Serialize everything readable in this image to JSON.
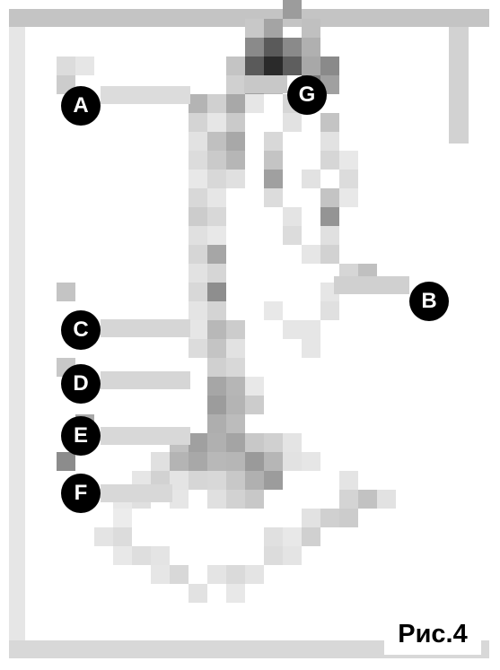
{
  "figure": {
    "caption": "Рис.4",
    "markers": [
      {
        "id": "A",
        "label": "A"
      },
      {
        "id": "B",
        "label": "B"
      },
      {
        "id": "C",
        "label": "C"
      },
      {
        "id": "D",
        "label": "D"
      },
      {
        "id": "E",
        "label": "E"
      },
      {
        "id": "F",
        "label": "F"
      },
      {
        "id": "G",
        "label": "G"
      }
    ]
  },
  "colors": {
    "background": "#ffffff",
    "marker_fill": "#000000",
    "marker_text": "#ffffff"
  }
}
